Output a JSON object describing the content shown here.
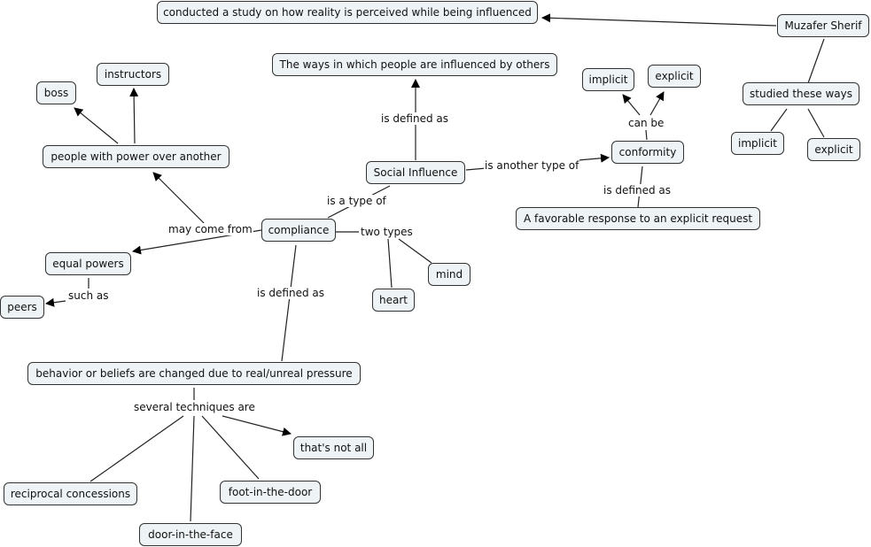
{
  "concepts": {
    "study": "conducted a study on how reality is perceived while being influenced",
    "muzafer": "Muzafer Sherif",
    "ways_def": "The ways in which people are influenced by others",
    "studied": "studied these ways",
    "implicit_r": "implicit",
    "explicit_r": "explicit",
    "implicit_c": "implicit",
    "explicit_c": "explicit",
    "instructors": "instructors",
    "boss": "boss",
    "power": "people with power over another",
    "social": "Social Influence",
    "conformity": "conformity",
    "favorable": "A favorable response to an explicit request",
    "compliance": "compliance",
    "equal": "equal powers",
    "peers": "peers",
    "mind": "mind",
    "heart": "heart",
    "behavior": "behavior or beliefs are changed due to real/unreal pressure",
    "notall": "that's not all",
    "reciprocal": "reciprocal concessions",
    "foot": "foot-in-the-door",
    "door": "door-in-the-face"
  },
  "links": {
    "defined1": "is defined as",
    "another_type": "is another type of",
    "can_be": "can be",
    "defined2": "is defined as",
    "type_of": "is a type of",
    "come_from": "may come from",
    "two_types": "two types",
    "such_as": "such as",
    "defined3": "is defined as",
    "techniques": "several techniques are"
  }
}
